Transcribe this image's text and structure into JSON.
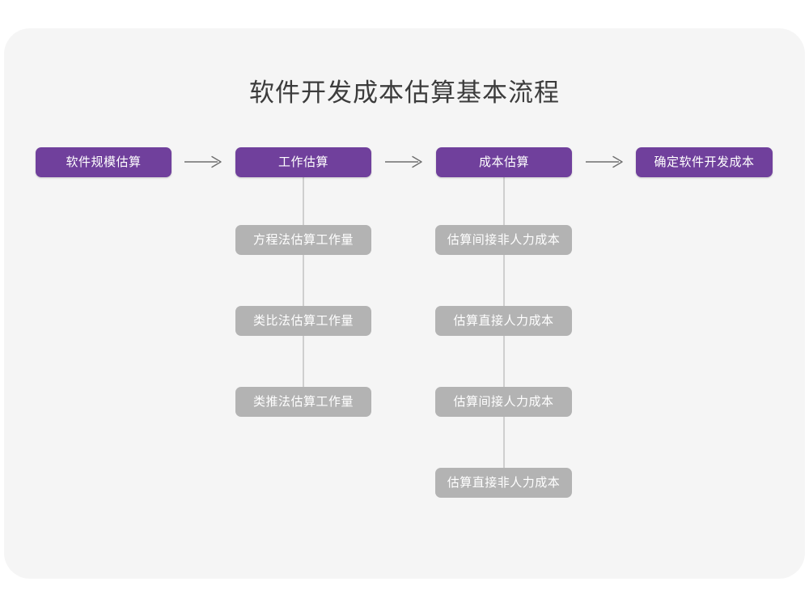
{
  "page": {
    "title": "软件开发成本估算基本流程",
    "background_color": "#ffffff",
    "card_color": "#f5f5f5",
    "accent_color": "#70409c",
    "secondary_color": "#b3b3b3",
    "title_color": "#3c3c3c",
    "connector_color": "#cfcfcf"
  },
  "flow": {
    "steps": [
      {
        "id": "step-1",
        "label": "软件规模估算",
        "substeps": []
      },
      {
        "id": "step-2",
        "label": "工作估算",
        "substeps": [
          {
            "id": "step-2-sub-1",
            "label": "方程法估算工作量"
          },
          {
            "id": "step-2-sub-2",
            "label": "类比法估算工作量"
          },
          {
            "id": "step-2-sub-3",
            "label": "类推法估算工作量"
          }
        ]
      },
      {
        "id": "step-3",
        "label": "成本估算",
        "substeps": [
          {
            "id": "step-3-sub-1",
            "label": "估算间接非人力成本"
          },
          {
            "id": "step-3-sub-2",
            "label": "估算直接人力成本"
          },
          {
            "id": "step-3-sub-3",
            "label": "估算间接人力成本"
          },
          {
            "id": "step-3-sub-4",
            "label": "估算直接非人力成本"
          }
        ]
      },
      {
        "id": "step-4",
        "label": "确定软件开发成本",
        "substeps": []
      }
    ],
    "connectors": [
      {
        "id": "arrow-1",
        "from": "step-1",
        "to": "step-2",
        "icon": "arrow-right-icon"
      },
      {
        "id": "arrow-2",
        "from": "step-2",
        "to": "step-3",
        "icon": "arrow-right-icon"
      },
      {
        "id": "arrow-3",
        "from": "step-3",
        "to": "step-4",
        "icon": "arrow-right-icon"
      }
    ]
  }
}
